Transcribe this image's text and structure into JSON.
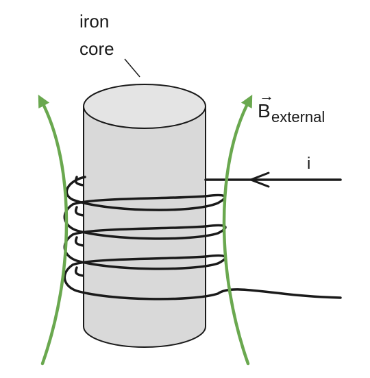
{
  "labels": {
    "core_line1": "iron",
    "core_line2": "core",
    "field_symbol": "B",
    "field_subscript": "external",
    "field_vector_mark": "→",
    "current": "i"
  },
  "colors": {
    "field_lines": "#6aa84f",
    "core_fill": "#d9d9d9",
    "core_top": "#e4e4e4",
    "outline": "#1a1a1a"
  }
}
